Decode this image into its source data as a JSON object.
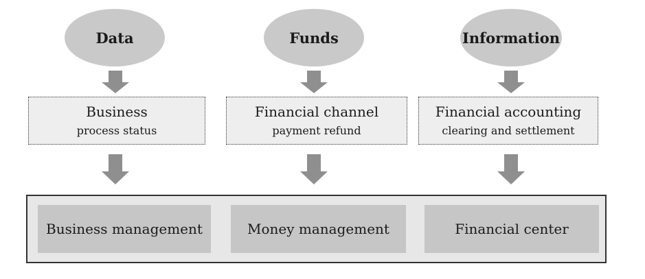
{
  "sources": [
    {
      "label": "Data"
    },
    {
      "label": "Funds"
    },
    {
      "label": "Information"
    }
  ],
  "processes": [
    {
      "main": "Business",
      "sub": "process status"
    },
    {
      "main": "Financial channel",
      "sub": "payment refund"
    },
    {
      "main": "Financial accounting",
      "sub": "clearing and settlement"
    }
  ],
  "centers": [
    {
      "label": "Business management"
    },
    {
      "label": "Money management"
    },
    {
      "label": "Financial center"
    }
  ]
}
